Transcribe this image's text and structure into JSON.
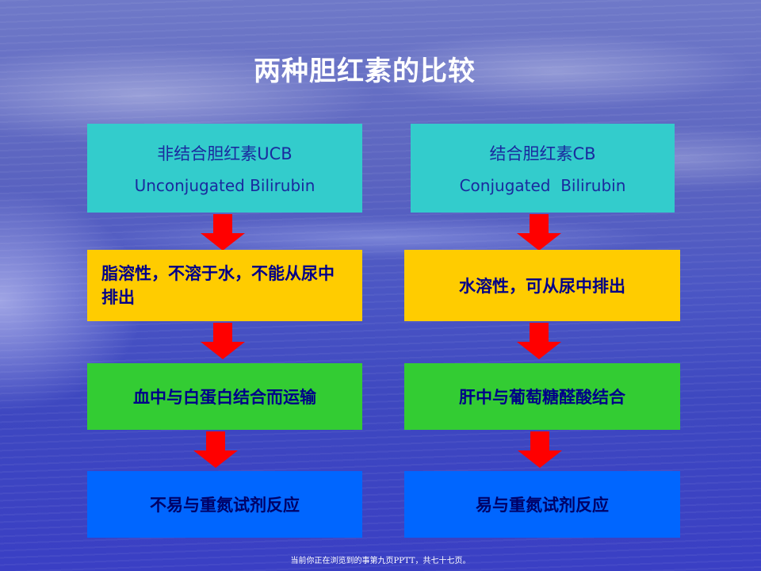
{
  "title": "两种胆红素的比较",
  "left": {
    "header_cn_prefix": "非结合胆红素",
    "header_abbr": "UCB",
    "header_en": "Unconjugated Bilirubin",
    "solubility": "脂溶性，不溶于水，不能从尿中排出",
    "transport": "血中与白蛋白结合而运输",
    "reaction": "不易与重氮试剂反应"
  },
  "right": {
    "header_cn_prefix": "结合胆红素",
    "header_abbr": "CB",
    "header_en": "Conjugated  Bilirubin",
    "solubility": "水溶性，可从尿中排出",
    "transport": "肝中与葡萄糖醛酸结合",
    "reaction": "易与重氮试剂反应"
  },
  "footer": "当前你正在浏览到的事第九页PPTT，共七十七页。",
  "colors": {
    "header_box": "#33cccc",
    "solubility_box": "#ffcc00",
    "transport_box": "#33cc33",
    "reaction_box": "#0066ff",
    "arrow": "#ff0000"
  },
  "icons": {
    "connector": "down-arrow-icon"
  }
}
